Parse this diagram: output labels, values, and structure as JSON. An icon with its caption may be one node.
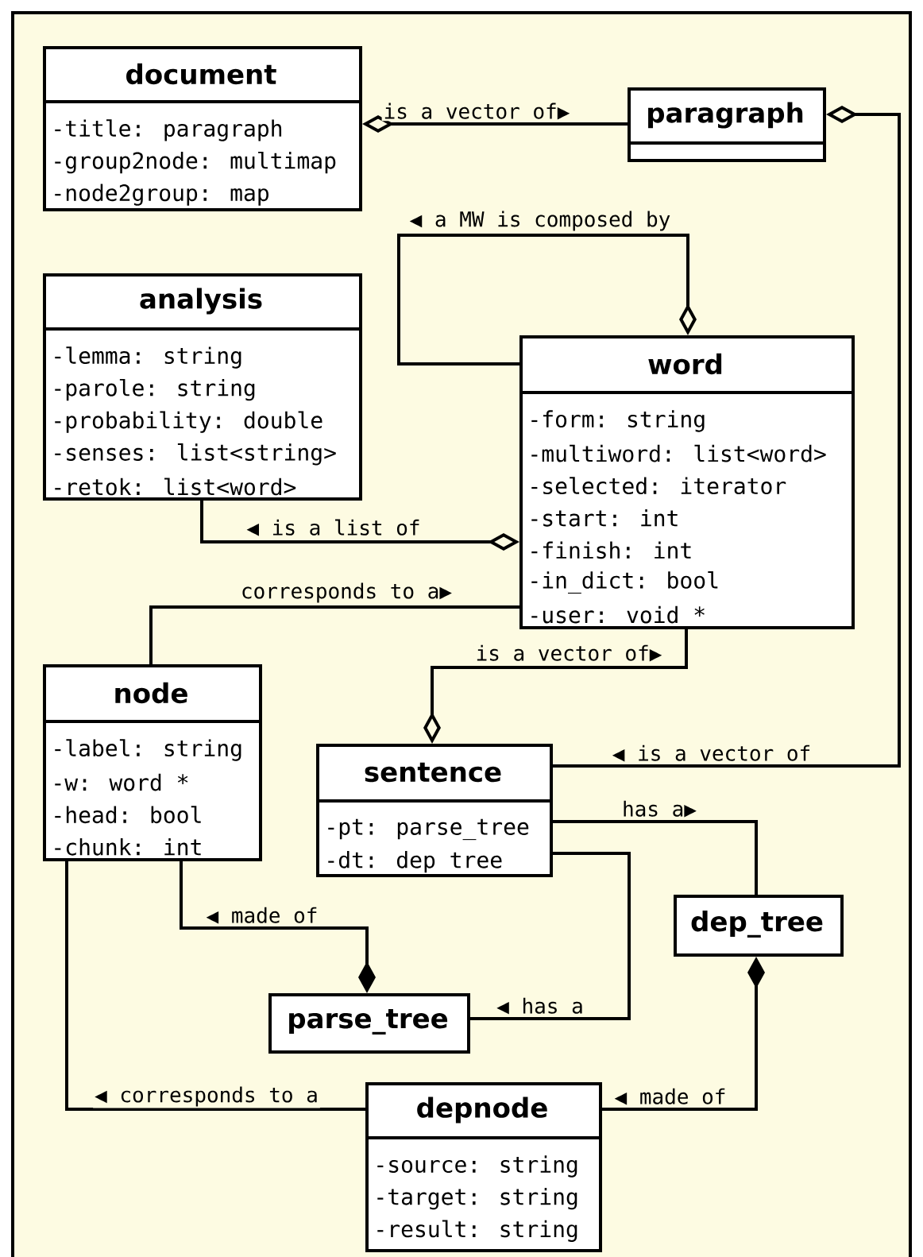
{
  "diagram": {
    "nodes": [
      {
        "text": [
          "document",
          "-title: paragraph",
          "-group2node: multimap",
          "-node2group: map"
        ]
      },
      {
        "text": [
          "paragraph"
        ]
      },
      {
        "text": [
          "analysis",
          "-lemma: string",
          "-parole: string",
          "-probability: double",
          "-senses: list<string>",
          "-retok: list<word>"
        ]
      },
      {
        "text": [
          "word",
          "-form: string",
          "-multiword: list<word>",
          "-selected: iterator",
          "-start: int",
          "-finish: int",
          "-in_dict: bool",
          "-user: void *"
        ]
      },
      {
        "text": [
          "node",
          "-label: string",
          "-w: word *",
          "-head: bool",
          "-chunk: int"
        ]
      },
      {
        "text": [
          "sentence",
          "-pt: parse_tree",
          "-dt: dep tree"
        ]
      },
      {
        "text": [
          "dep_tree"
        ]
      },
      {
        "text": [
          "parse_tree"
        ]
      },
      {
        "text": [
          "depnode",
          "-source: string",
          "-target: string",
          "-result: string"
        ]
      }
    ],
    "edges": [
      {
        "from": 0,
        "to": 1,
        "arrow": "other",
        "label": "is a vector of▶"
      },
      {
        "from": 3,
        "to": 3,
        "arrow": "other",
        "label": "◀ a MW is composed by"
      },
      {
        "from": 3,
        "to": 2,
        "arrow": "other",
        "label": "◀ is a list of"
      },
      {
        "from": 4,
        "to": 3,
        "arrow": "none",
        "label": "corresponds to a▶"
      },
      {
        "from": 5,
        "to": 3,
        "arrow": "other",
        "label": "is a vector of▶"
      },
      {
        "from": 1,
        "to": 5,
        "arrow": "other",
        "label": "◀ is a vector of"
      },
      {
        "from": 5,
        "to": 6,
        "arrow": "none",
        "label": "has a▶"
      },
      {
        "from": 5,
        "to": 7,
        "arrow": "none",
        "label": "◀ has a"
      },
      {
        "from": 7,
        "to": 4,
        "arrow": "other",
        "label": "◀ made of"
      },
      {
        "from": 6,
        "to": 8,
        "arrow": "other",
        "label": "◀ made of"
      },
      {
        "from": 8,
        "to": 4,
        "arrow": "none",
        "label": "◀ corresponds to a"
      }
    ]
  }
}
